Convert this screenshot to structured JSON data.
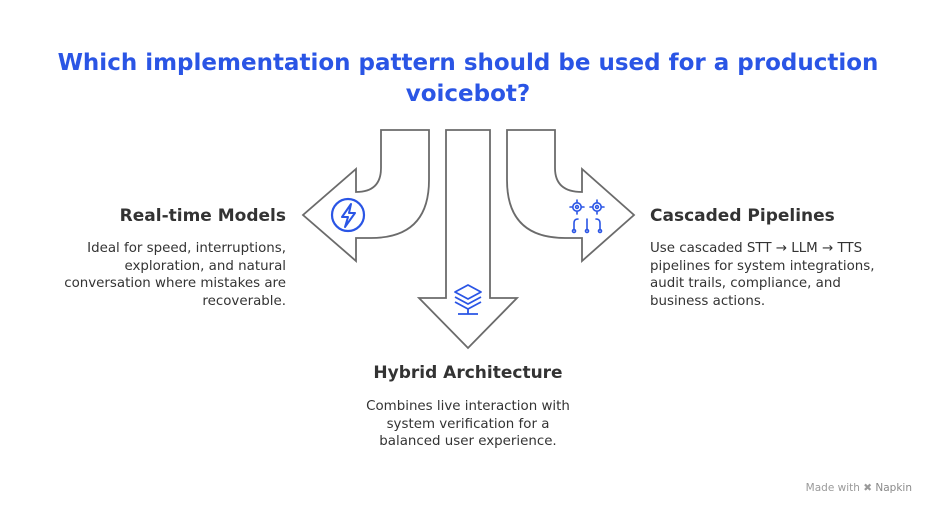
{
  "title": {
    "line1": "Which implementation pattern should be used for a production",
    "line2": "voicebot?"
  },
  "branches": {
    "realtime": {
      "heading": "Real-time Models",
      "icon": "lightning-bolt-icon",
      "desc_lines": [
        "Ideal for speed, interruptions,",
        "exploration, and natural",
        "conversation where mistakes are",
        "recoverable."
      ]
    },
    "hybrid": {
      "heading": "Hybrid Architecture",
      "icon": "stacked-layers-icon",
      "desc_lines": [
        "Combines live interaction with",
        "system verification for a",
        "balanced user experience."
      ]
    },
    "cascaded": {
      "heading": "Cascaded Pipelines",
      "icon": "gears-network-icon",
      "desc_lines": [
        "Use cascaded STT → LLM → TTS",
        "pipelines for system integrations,",
        "audit trails, compliance, and",
        "business actions."
      ]
    }
  },
  "credit": {
    "prefix": "Made with",
    "brand": "Napkin"
  },
  "colors": {
    "title": "#2a55e5",
    "icon": "#2a55e5",
    "arrow_stroke": "#6b6b6b",
    "text": "#333333"
  }
}
